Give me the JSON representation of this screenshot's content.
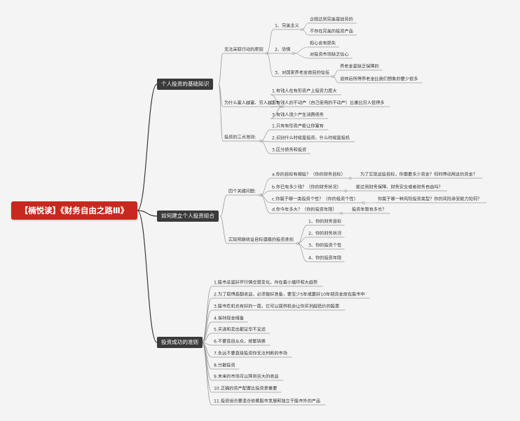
{
  "root": {
    "label": "【楠悦读】《财务自由之路Ⅲ》"
  },
  "branches": [
    {
      "label": "个人投资的基础知识",
      "children": [
        {
          "label": "无法采取行动的原因",
          "children": [
            {
              "label": "1、完美主义",
              "children": [
                {
                  "label": "企图达到完美是徒劳的"
                },
                {
                  "label": "不存在完美的投资产品"
                }
              ]
            },
            {
              "label": "2、恐惧",
              "children": [
                {
                  "label": "担心会有损失"
                },
                {
                  "label": "对投资市场缺乏信心"
                }
              ]
            },
            {
              "label": "3、对国家养老金首目的信任",
              "children": [
                {
                  "label": "养老金是缺乏保障的"
                },
                {
                  "label": "退休后所得养老金比我们想象的要少很多"
                }
              ]
            }
          ]
        },
        {
          "label": "为什么富人越富、穷人越穷?",
          "children": [
            {
              "label": "1.有钱人在有形资产上投资力度大"
            },
            {
              "label": "2.有钱人的不动产（自己使用的不动产）比重比穷人低得多"
            },
            {
              "label": "3.有钱人很少产生消费债务"
            }
          ]
        },
        {
          "label": "投资的三点准则:",
          "children": [
            {
              "label": "1.只有有形资产能让你富有"
            },
            {
              "label": "2.识别什么时候是投资、什么时候是投机"
            },
            {
              "label": "3.区分债务和投资"
            }
          ]
        }
      ]
    },
    {
      "label": "如何建立个人投资组合",
      "children": [
        {
          "label": "四个关键问题:",
          "children": [
            {
              "label": "a.你的目标有哪些？（你的财务目标）",
              "children": [
                {
                  "label": "为了实现这些目标，你需要多少资金？何时得动用这份资金？"
                }
              ]
            },
            {
              "label": "b.你已有多少钱？（你的财务状况）",
              "children": [
                {
                  "label": "能达到财务保障、财务安全或者财务自由吗？"
                }
              ]
            },
            {
              "label": "c.你属于哪一类投资个性？（你的投资个性）",
              "children": [
                {
                  "label": "你属于哪一种风险投资类型？你的风险承受能力如何？"
                }
              ]
            },
            {
              "label": "d.你今年多大？（你的投资年限）",
              "children": [
                {
                  "label": "投资年限有多长？"
                }
              ]
            }
          ]
        },
        {
          "label": "实现预期收益目标遵循的投资准则",
          "children": [
            {
              "label": "1、你的财务目标"
            },
            {
              "label": "2、你的财务状况"
            },
            {
              "label": "3、你的投资个性"
            },
            {
              "label": "4、你的投资年限"
            }
          ]
        }
      ]
    },
    {
      "label": "投资成功的准则",
      "children": [
        {
          "label": "1.股市总是好坏行情交替变化，存在着小循环和大趋势"
        },
        {
          "label": "2.为了取得高额收益，必须做好准备，要至少5年或最好10年把资金放在股市中"
        },
        {
          "label": "3.股市危机也有好的一面，它可以提供机会让你买到超低价的股票"
        },
        {
          "label": "4.保持现金储备"
        },
        {
          "label": "5.买进和卖出都宜早不宜迟"
        },
        {
          "label": "6.不要盲目从众，频繁转换"
        },
        {
          "label": "7.永远不要直接投资你无法判断的市场"
        },
        {
          "label": "8.分散投资"
        },
        {
          "label": "9.未来的市场可以降到巨大的收益"
        },
        {
          "label": "10.正确的资产配置比投资更重要"
        },
        {
          "label": "11.投资组合要混合依赖股市发展和独立于股市外的产品"
        }
      ]
    }
  ]
}
